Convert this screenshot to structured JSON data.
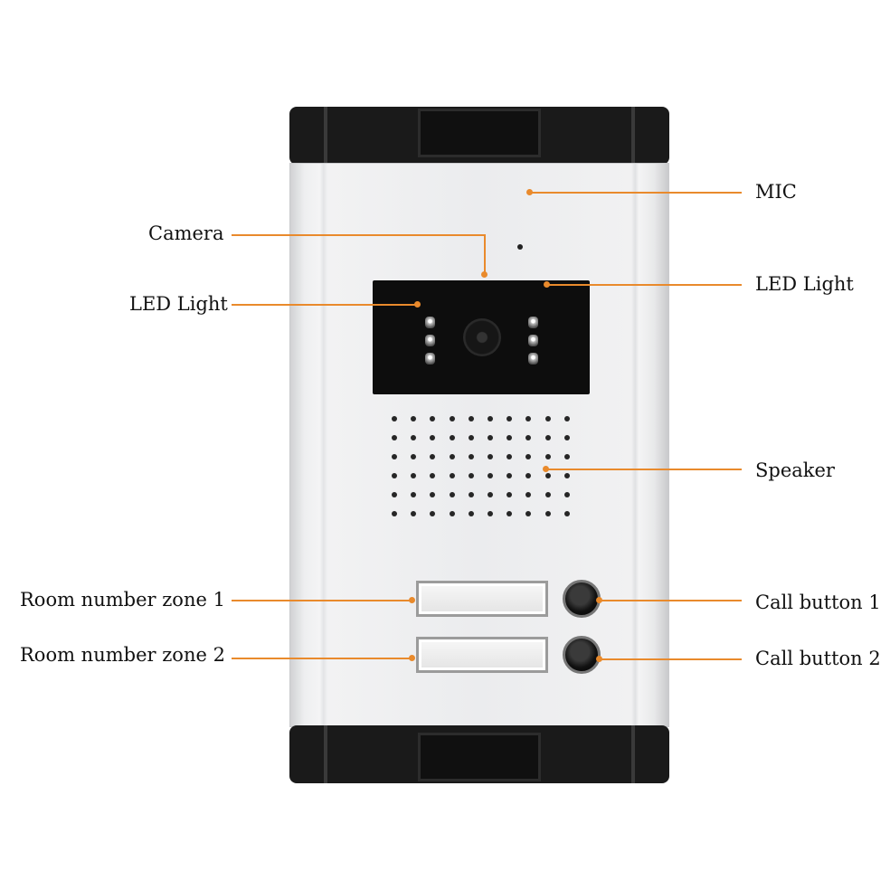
{
  "labels": {
    "mic": "MIC",
    "camera": "Camera",
    "led_left": "LED Light",
    "led_right": "LED Light",
    "speaker": "Speaker",
    "room_zone_1": "Room number zone 1",
    "room_zone_2": "Room number zone 2",
    "call_button_1": "Call button 1",
    "call_button_2": "Call button 2"
  },
  "colors": {
    "callout": "#e98a2c",
    "cap": "#1a1a1a",
    "panel": "#ebecee"
  }
}
